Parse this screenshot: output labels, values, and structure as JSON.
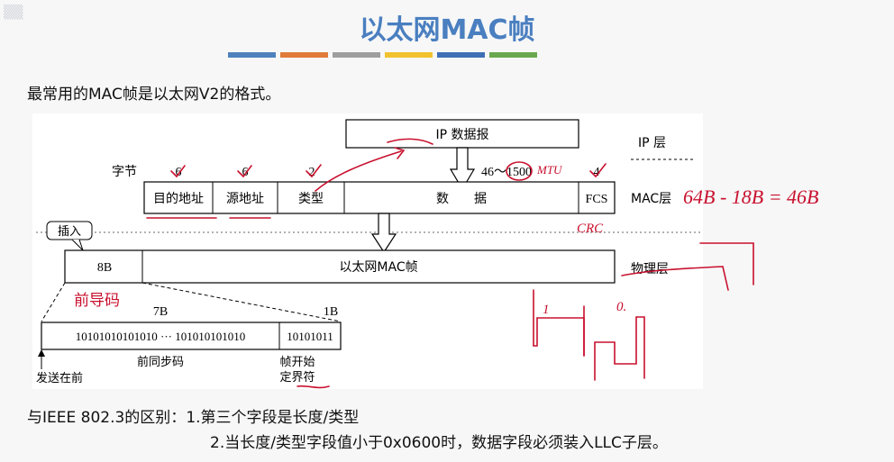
{
  "title": "以太网MAC帧",
  "accent_bar_colors": [
    "#4f81bd",
    "#e07b39",
    "#9e9e9e",
    "#f2c12e",
    "#3f6fb5",
    "#6aa84f"
  ],
  "intro": "最常用的MAC帧是以太网V2的格式。",
  "diagram": {
    "ip_packet": "IP 数据报",
    "layer_ip": "IP 层",
    "layer_mac": "MAC层",
    "layer_phy": "物理层",
    "bytes_label": "字节",
    "field_sizes": [
      "6",
      "6",
      "2",
      "46～1500",
      "4"
    ],
    "fields": [
      "目的地址",
      "源地址",
      "类型",
      "数　　据",
      "FCS"
    ],
    "insert_label": "插入",
    "preamble_size": "8B",
    "frame_label": "以太网MAC帧",
    "sync_size": "7B",
    "sfd_size": "1B",
    "sync_bits": "10101010101010 ··· 101010101010",
    "sfd_bits": "10101011",
    "sync_label": "前同步码",
    "sfd_label_1": "帧开始",
    "sfd_label_2": "定界符",
    "send_first": "发送在前"
  },
  "annotations": {
    "mtu": "MTU",
    "crc": "CRC",
    "calc": "64B - 18B = 46B",
    "preamble": "前导码",
    "sketch_one": "1",
    "sketch_zero": "0."
  },
  "differences": {
    "lead": "与IEEE 802.3的区别：",
    "item1": "1.第三个字段是长度/类型",
    "item2": "2.当长度/类型字段值小于0x0600时，数据字段必须装入LLC子层。"
  }
}
